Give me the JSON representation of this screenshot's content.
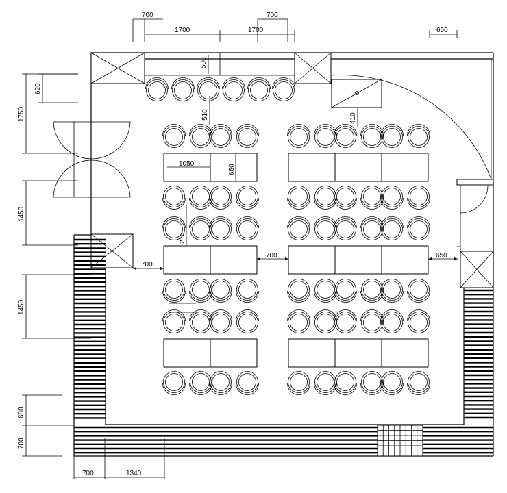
{
  "dimensions": {
    "top_700_left": "700",
    "top_1700_left": "1700",
    "top_1700_right": "1700",
    "top_700_right": "700",
    "top_650": "650",
    "d_500": "500",
    "d_510": "510",
    "d_410": "410",
    "d_1050": "1050",
    "d_650_table": "650",
    "d_210": "210",
    "d_700_aisle_left": "700",
    "d_700_aisle_mid": "700",
    "d_650_aisle_right": "650",
    "left_620": "620",
    "left_1750": "1750",
    "left_1450_upper": "1450",
    "left_1450_lower": "1450",
    "left_680": "680",
    "left_700": "700",
    "bottom_700": "700",
    "bottom_1340": "1340"
  }
}
